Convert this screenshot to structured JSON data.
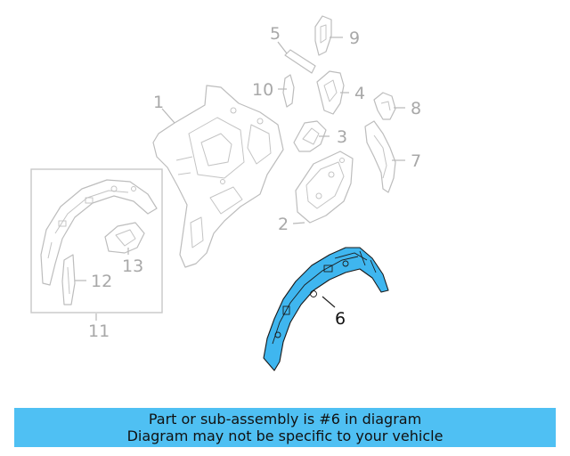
{
  "callouts": {
    "c1": "1",
    "c2": "2",
    "c3": "3",
    "c4": "4",
    "c5": "5",
    "c6": "6",
    "c7": "7",
    "c8": "8",
    "c9": "9",
    "c10": "10",
    "c11": "11",
    "c12": "12",
    "c13": "13"
  },
  "highlight_color": "#3fb6ef",
  "banner": {
    "line1": "Part or sub-assembly is #6 in diagram",
    "line2": "Diagram may not be specific to your vehicle",
    "background": "#4fc0f3"
  }
}
